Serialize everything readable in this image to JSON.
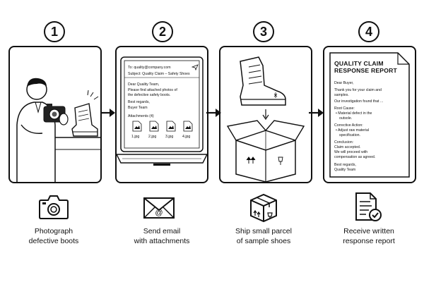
{
  "steps": [
    {
      "number": "1",
      "caption_line1": "Photograph",
      "caption_line2": "defective boots",
      "icon": "camera-icon"
    },
    {
      "number": "2",
      "caption_line1": "Send email",
      "caption_line2": "with attachments",
      "icon": "envelope-icon"
    },
    {
      "number": "3",
      "caption_line1": "Ship small parcel",
      "caption_line2": "of sample shoes",
      "icon": "parcel-icon"
    },
    {
      "number": "4",
      "caption_line1": "Receive written",
      "caption_line2": "response report",
      "icon": "report-icon"
    }
  ],
  "email": {
    "to": "To: quality@company.com",
    "subject": "Subject: Quality Claim – Safety Shoes",
    "greeting": "Dear Quality Team,",
    "body1": "Please find attached photos of",
    "body2": "the defective safety boots.",
    "closing1": "Best regards,",
    "closing2": "Buyer Team",
    "attachments_label": "Attachments (4)",
    "files": [
      "1.jpg",
      "2.jpg",
      "3.jpg",
      "4.jpg"
    ]
  },
  "report": {
    "title1": "QUALITY CLAIM",
    "title2": "RESPONSE REPORT",
    "greeting": "Dear Buyer,",
    "thanks1": "Thank you for your claim and",
    "thanks2": "samples.",
    "investigation": "Our investigation found that ...",
    "root_cause_label": "Root Cause:",
    "root_cause1": "• Material defect in the",
    "root_cause2": "outsole.",
    "corrective_label": "Corrective Action:",
    "corrective1": "• Adjust raw material",
    "corrective2": "specification.",
    "conclusion_label": "Conclusion:",
    "conclusion1": "Claim accepted.",
    "conclusion2": "We will proceed with",
    "conclusion3": "compensation as agreed.",
    "closing1": "Best regards,",
    "closing2": "Quality Team"
  }
}
